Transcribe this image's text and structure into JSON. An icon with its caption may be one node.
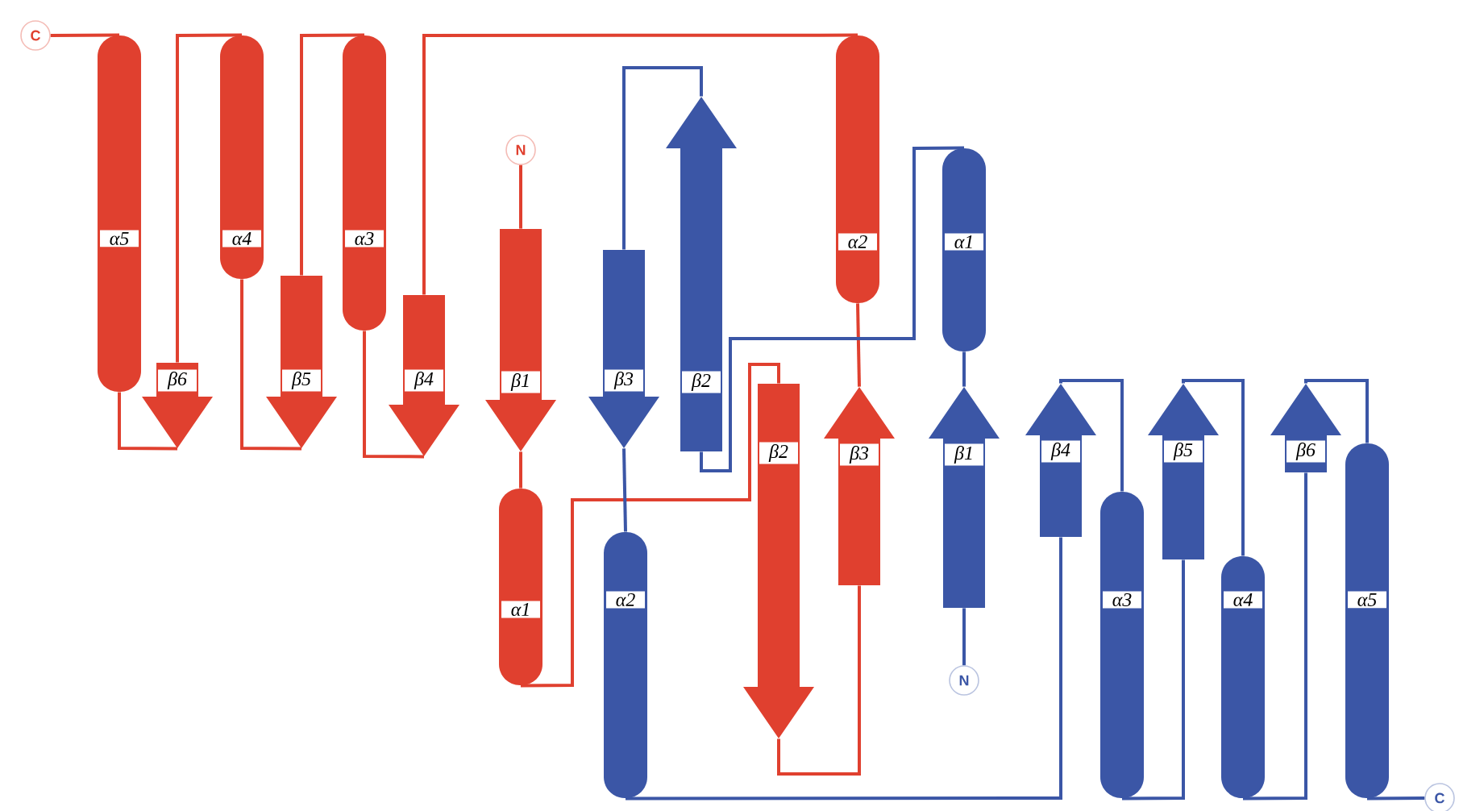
{
  "diagram": {
    "nodes": [
      {
        "text": [
          "N"
        ]
      },
      {
        "text": [
          "β1"
        ]
      },
      {
        "text": [
          "α1"
        ]
      },
      {
        "text": [
          "β2"
        ]
      },
      {
        "text": [
          "β3"
        ]
      },
      {
        "text": [
          "α2"
        ]
      },
      {
        "text": [
          "β4"
        ]
      },
      {
        "text": [
          "α3"
        ]
      },
      {
        "text": [
          "β5"
        ]
      },
      {
        "text": [
          "α4"
        ]
      },
      {
        "text": [
          "β6"
        ]
      },
      {
        "text": [
          "α5"
        ]
      },
      {
        "text": [
          "C"
        ]
      },
      {
        "text": [
          "N"
        ]
      },
      {
        "text": [
          "β1"
        ]
      },
      {
        "text": [
          "α1"
        ]
      },
      {
        "text": [
          "β2"
        ]
      },
      {
        "text": [
          "β3"
        ]
      },
      {
        "text": [
          "α2"
        ]
      },
      {
        "text": [
          "β4"
        ]
      },
      {
        "text": [
          "α3"
        ]
      },
      {
        "text": [
          "β5"
        ]
      },
      {
        "text": [
          "α4"
        ]
      },
      {
        "text": [
          "β6"
        ]
      },
      {
        "text": [
          "α5"
        ]
      },
      {
        "text": [
          "C"
        ]
      }
    ],
    "edges": [
      {
        "from": 0,
        "to": 1,
        "arrow": "none",
        "color": "#e0402f"
      },
      {
        "from": 1,
        "to": 2,
        "arrow": "none",
        "color": "#e0402f"
      },
      {
        "from": 2,
        "to": 3,
        "arrow": "none",
        "color": "#e0402f"
      },
      {
        "from": 3,
        "to": 4,
        "arrow": "none",
        "color": "#e0402f"
      },
      {
        "from": 4,
        "to": 5,
        "arrow": "none",
        "color": "#e0402f"
      },
      {
        "from": 5,
        "to": 6,
        "arrow": "none",
        "color": "#e0402f"
      },
      {
        "from": 6,
        "to": 7,
        "arrow": "none",
        "color": "#e0402f"
      },
      {
        "from": 7,
        "to": 8,
        "arrow": "none",
        "color": "#e0402f"
      },
      {
        "from": 8,
        "to": 9,
        "arrow": "none",
        "color": "#e0402f"
      },
      {
        "from": 9,
        "to": 10,
        "arrow": "none",
        "color": "#e0402f"
      },
      {
        "from": 10,
        "to": 11,
        "arrow": "none",
        "color": "#e0402f"
      },
      {
        "from": 11,
        "to": 12,
        "arrow": "none",
        "color": "#e0402f"
      },
      {
        "from": 13,
        "to": 14,
        "arrow": "none",
        "color": "#3b56a6"
      },
      {
        "from": 14,
        "to": 15,
        "arrow": "none",
        "color": "#3b56a6"
      },
      {
        "from": 15,
        "to": 16,
        "arrow": "none",
        "color": "#3b56a6"
      },
      {
        "from": 16,
        "to": 17,
        "arrow": "none",
        "color": "#3b56a6"
      },
      {
        "from": 17,
        "to": 18,
        "arrow": "none",
        "color": "#3b56a6"
      },
      {
        "from": 18,
        "to": 19,
        "arrow": "none",
        "color": "#3b56a6"
      },
      {
        "from": 19,
        "to": 20,
        "arrow": "none",
        "color": "#3b56a6"
      },
      {
        "from": 20,
        "to": 21,
        "arrow": "none",
        "color": "#3b56a6"
      },
      {
        "from": 21,
        "to": 22,
        "arrow": "none",
        "color": "#3b56a6"
      },
      {
        "from": 22,
        "to": 23,
        "arrow": "none",
        "color": "#3b56a6"
      },
      {
        "from": 23,
        "to": 24,
        "arrow": "none",
        "color": "#3b56a6"
      },
      {
        "from": 24,
        "to": 25,
        "arrow": "none",
        "color": "#3b56a6"
      }
    ]
  }
}
